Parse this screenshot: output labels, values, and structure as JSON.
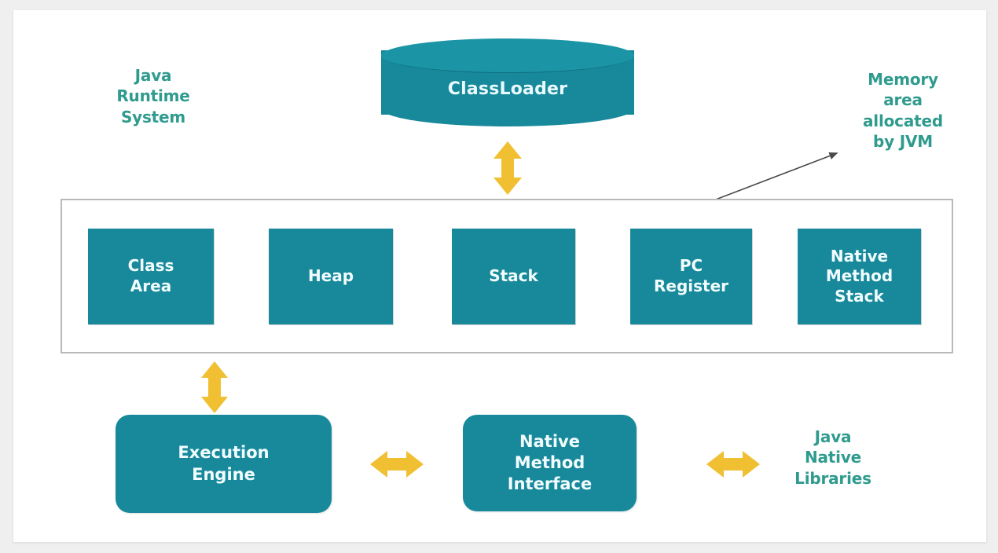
{
  "diagram": {
    "title_label": "Java\nRuntime\nSystem",
    "callout_label": "Memory\narea\nallocated\nby JVM",
    "native_libraries_label": "Java\nNative\nLibraries",
    "classloader": {
      "label": "ClassLoader"
    },
    "memory_area": {
      "boxes": [
        {
          "label": "Class\nArea"
        },
        {
          "label": "Heap"
        },
        {
          "label": "Stack"
        },
        {
          "label": "PC\nRegister"
        },
        {
          "label": "Native\nMethod\nStack"
        }
      ]
    },
    "engine": {
      "execution_engine_label": "Execution\nEngine",
      "native_method_interface_label": "Native\nMethod\nInterface"
    },
    "colors": {
      "teal_fill": "#18899b",
      "teal_text": "#2f9b8e",
      "arrow_yellow": "#f0c032",
      "frame_border": "#b9b9b9",
      "box_text": "#f2fdff",
      "page_background": "#efefef",
      "card_background": "#ffffff"
    },
    "arrows": {
      "classloader_to_memory": "double-headed-vertical",
      "memory_to_execution_engine": "double-headed-vertical",
      "execution_engine_to_nmi": "double-headed-horizontal",
      "nmi_to_native_libraries": "double-headed-horizontal"
    }
  }
}
